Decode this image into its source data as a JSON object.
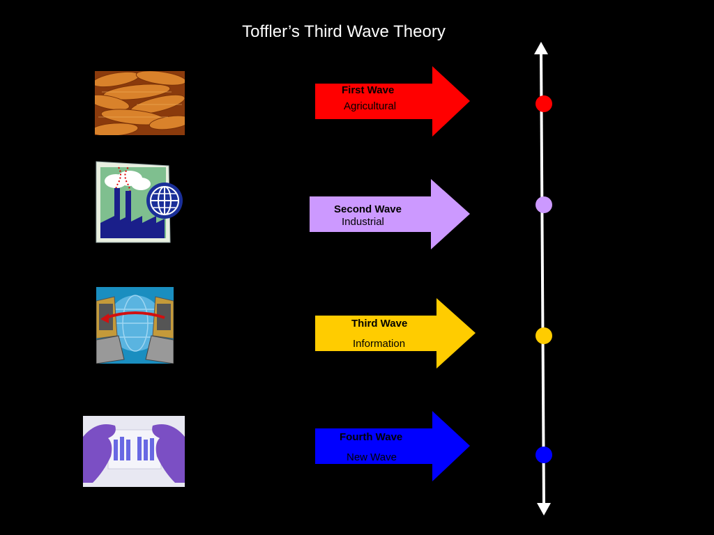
{
  "title": "Toffler’s Third Wave Theory",
  "waves": [
    {
      "name": "First Wave",
      "subtitle": "Agricultural",
      "color": "#ff0000",
      "image": "corn-image"
    },
    {
      "name": "Second Wave",
      "subtitle": "Industrial",
      "color": "#cc99ff",
      "image": "factory-globe-image"
    },
    {
      "name": "Third Wave",
      "subtitle": "Information",
      "color": "#ffcc00",
      "image": "computers-globe-image"
    },
    {
      "name": "Fourth Wave",
      "subtitle": "New Wave",
      "color": "#0000ff",
      "image": "gloved-hands-gel-image"
    }
  ],
  "timeline_color": "#ffffff"
}
